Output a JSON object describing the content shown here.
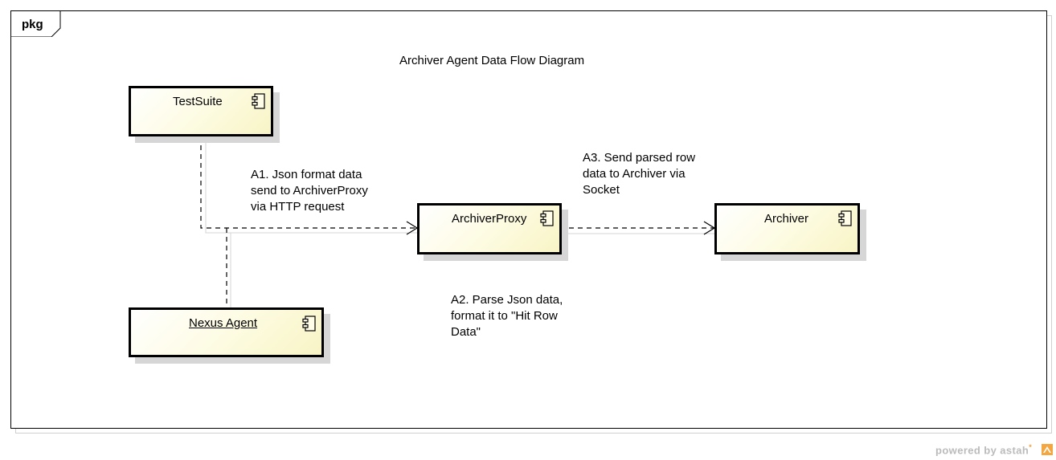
{
  "frame": {
    "label": "pkg"
  },
  "diagram": {
    "title": "Archiver Agent Data Flow Diagram"
  },
  "components": {
    "testsuite": {
      "name": "TestSuite"
    },
    "archiver_proxy": {
      "name": "ArchiverProxy"
    },
    "archiver": {
      "name": "Archiver"
    },
    "nexus_agent": {
      "name": "Nexus Agent"
    }
  },
  "notes": {
    "a1": "A1. Json format data\nsend to ArchiverProxy\nvia HTTP request",
    "a2": "A2. Parse Json data,\nformat it to \"Hit Row\nData\"",
    "a3": "A3. Send parsed row\ndata to Archiver via\nSocket"
  },
  "footer": {
    "powered_by": "powered by astah",
    "mark": "*"
  },
  "colors": {
    "component_fill": "#fdfbe0",
    "shadow": "#d6d6d6",
    "line": "#000000",
    "footer_text": "#bbbbbb"
  }
}
